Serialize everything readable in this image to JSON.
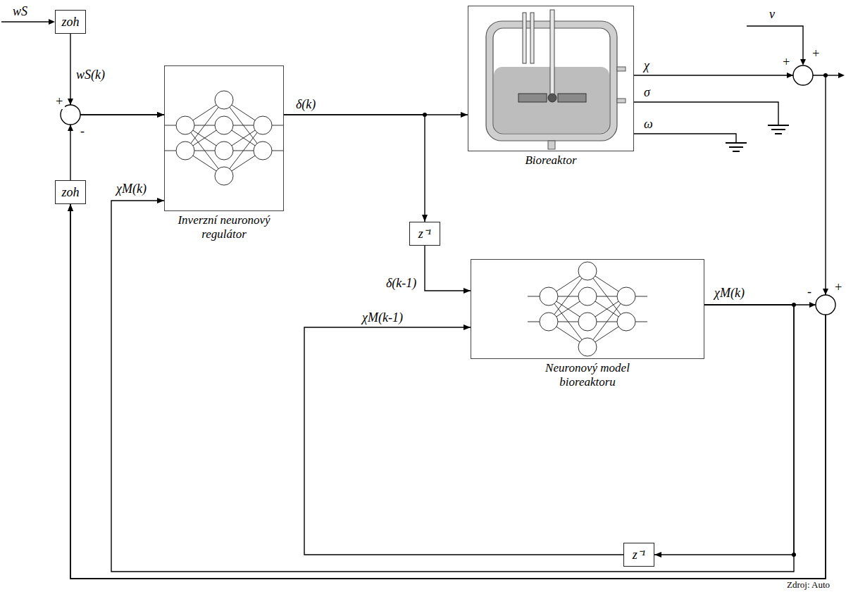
{
  "diagram": {
    "nodes": [
      {
        "text": [
          "zoh"
        ]
      },
      {
        "text": [
          "zoh"
        ]
      },
      {
        "text": [
          "Inverzní neuronový regulátor"
        ]
      },
      {
        "text": [
          "Bioreaktor"
        ]
      },
      {
        "text": [
          "z⁻¹"
        ]
      },
      {
        "text": [
          "Neuronový model bioreaktoru"
        ]
      },
      {
        "text": [
          "z⁻¹"
        ]
      }
    ],
    "edges": [
      {
        "from": 2,
        "to": 3,
        "arrow": "to",
        "label": "δ(k)"
      },
      {
        "from": 2,
        "to": 4,
        "arrow": "to"
      },
      {
        "from": 4,
        "to": 5,
        "arrow": "to",
        "label": "δ(k-1)"
      },
      {
        "from": 5,
        "to": 6,
        "arrow": "to"
      },
      {
        "from": 6,
        "to": 5,
        "arrow": "to",
        "label": "χM(k-1)"
      },
      {
        "from": 5,
        "to": 2,
        "arrow": "to",
        "label": "χM(k)"
      },
      {
        "from": 0,
        "to": 2,
        "arrow": "to"
      },
      {
        "from": 1,
        "to": 2,
        "arrow": "to"
      },
      {
        "from": 3,
        "to": 1,
        "arrow": "to"
      },
      {
        "from": 5,
        "to": 1,
        "arrow": "to"
      }
    ],
    "labels": [
      "wS",
      "wS(k)",
      "+",
      "-",
      "χ",
      "σ",
      "ω",
      "ν",
      "+",
      "+",
      "+",
      "-",
      "χM(k)",
      "Zdroj: Auto"
    ]
  }
}
